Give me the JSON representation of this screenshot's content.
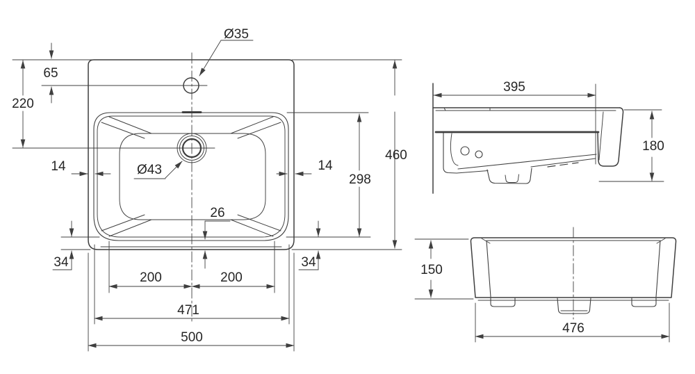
{
  "views": {
    "plan": {
      "labels": {
        "faucet_hole_diameter": "Ø35",
        "faucet_center_from_back": "65",
        "drain_center_from_back": "220",
        "left_rim_gap": "14",
        "drain_diameter": "Ø43",
        "right_rim_gap": "14",
        "bowl_depth": "298",
        "overall_depth": "460",
        "front_gap_inner": "26",
        "front_gap_left": "34",
        "front_gap_right": "34",
        "drain_to_left": "200",
        "drain_to_right": "200",
        "inner_width": "471",
        "overall_width": "500"
      }
    },
    "side": {
      "labels": {
        "wall_projection": "395",
        "front_height": "180"
      }
    },
    "front": {
      "labels": {
        "body_height": "150",
        "base_width": "476"
      }
    }
  },
  "colors": {
    "line": "#3f3f3f",
    "text": "#262626",
    "background": "#ffffff"
  }
}
